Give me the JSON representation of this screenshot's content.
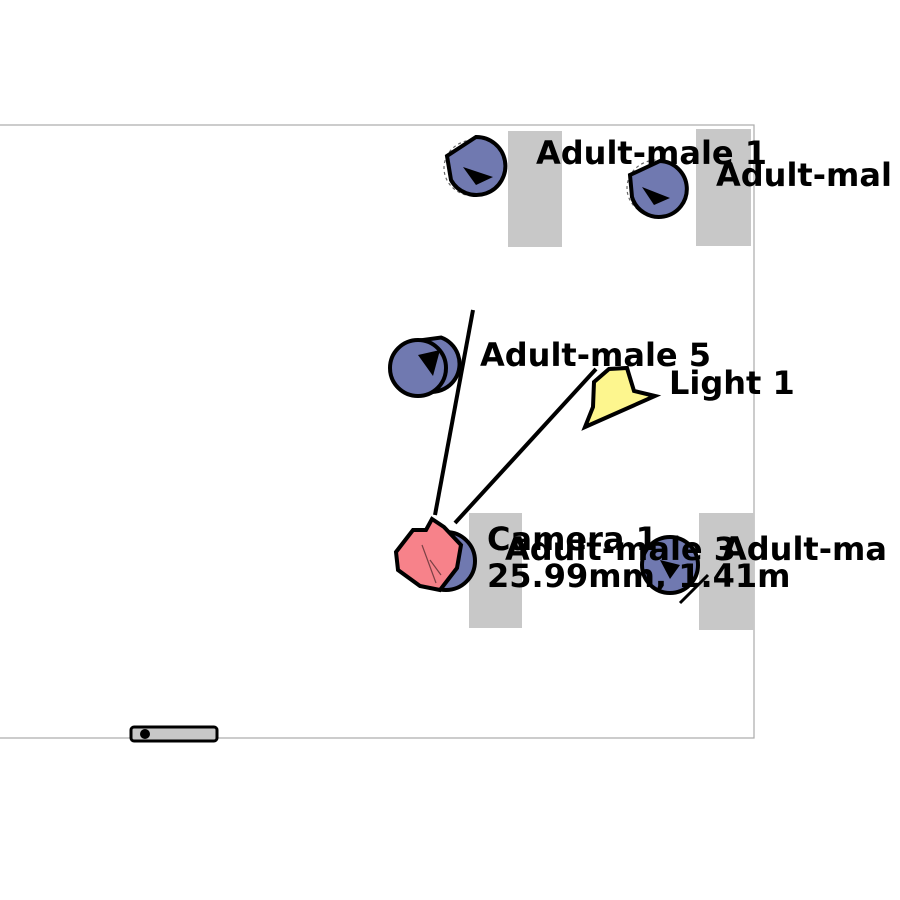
{
  "colors": {
    "subject": "#7079b0",
    "camera": "#f7828a",
    "light": "#fdf68e",
    "pad": "#c8c8c8",
    "room_border": "#aaaaaa"
  },
  "subjects": [
    {
      "label": "Adult-male 1"
    },
    {
      "label": "Adult-mal"
    },
    {
      "label": "Adult-male 5"
    },
    {
      "label": "Adult-male 3"
    },
    {
      "label": "Adult-ma"
    }
  ],
  "camera": {
    "name": "Camera 1",
    "spec": "25.99mm, 1.41m"
  },
  "light": {
    "name": "Light 1"
  },
  "icons": {
    "door": "door-icon"
  }
}
